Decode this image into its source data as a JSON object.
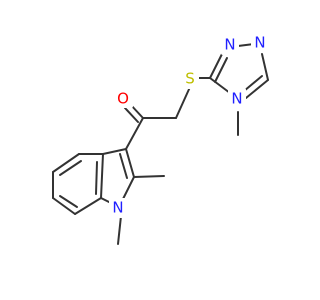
{
  "colors": {
    "background": "#ffffff",
    "carbon": "#333333",
    "nitrogen": "#2020ff",
    "oxygen": "#ff0000",
    "sulfur": "#bfbf00"
  },
  "atoms": {
    "oxygen": "O",
    "sulfur": "S",
    "triazole_n1": "N",
    "triazole_n2": "N",
    "triazole_n4": "N",
    "indole_n1": "N"
  }
}
